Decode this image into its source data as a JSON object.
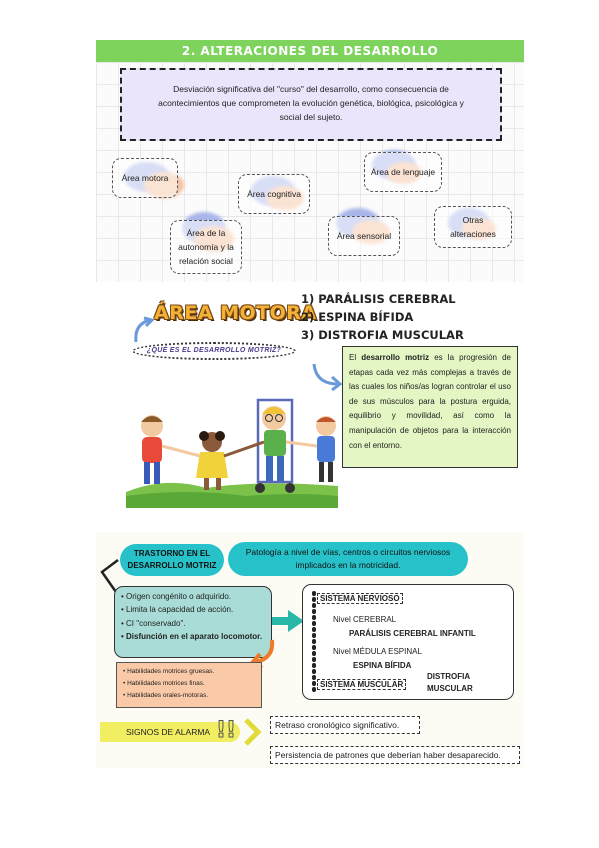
{
  "section1": {
    "title": "2. ALTERACIONES DEL DESARROLLO",
    "definition": "Desviación significativa del \"curso\" del desarrollo, como consecuencia de acontecimientos que comprometen la evolución genética, biológica, psicológica y social del sujeto.",
    "areas": {
      "motora": "Área motora",
      "cognitiva": "Área cognitiva",
      "lenguaje": "Área de lenguaje",
      "autonomia": "Área de la autonomía y la relación social",
      "sensorial": "Área sensorial",
      "otras": "Otras alteraciones"
    },
    "colors": {
      "title_bar": "#7ed35c",
      "definition_bg": "#ebe5fb"
    }
  },
  "section2": {
    "title": "ÁREA MOTORA",
    "items": [
      "1) PARÁLISIS CEREBRAL",
      "2) ESPINA BÍFIDA",
      "3) DISTROFIA MUSCULAR"
    ],
    "question": "¿QUÉ ES EL DESARROLLO MOTRIZ?",
    "definition_prefix": "El ",
    "definition_bold": "desarrollo motriz",
    "definition_rest": " es la progresión de etapas cada vez más complejas a través de las cuales los niños/as logran controlar el uso de sus músculos para la postura erguida, equilibrio y movilidad, así como la manipulación de objetos para la interacción con el entorno.",
    "colors": {
      "title": "#f3b13a",
      "definition_bg": "#e4f6c4"
    }
  },
  "section3": {
    "trastorno": "TRASTORNO EN EL DESARROLLO MOTRIZ",
    "patologia": "Patología a nivel de vías, centros o circuitos nerviosos implicados en la motricidad.",
    "features": [
      "Origen congénito o adquirido.",
      "Limita la capacidad de acción.",
      "CI \"conservado\"."
    ],
    "feature_bold": "Disfunción en el aparato locomotor.",
    "habilidades": [
      "Habilidades motrices gruesas.",
      "Habilidades motrices finas.",
      "Habilidades orales-motoras."
    ],
    "systems": {
      "nervioso": "SISTEMA NERVIOSO",
      "nivel_cerebral": "Nivel CEREBRAL",
      "paralisis": "PARÁLISIS CEREBRAL INFANTIL",
      "nivel_medula": "Nivel MÉDULA ESPINAL",
      "espina": "ESPINA BÍFIDA",
      "muscular": "SISTEMA MUSCULAR",
      "distrofia": "DISTROFIA MUSCULAR"
    },
    "alarma": "SIGNOS DE ALARMA",
    "alarma_items": [
      "Retraso cronológico significativo.",
      "Persistencia de patrones que deberían haber desaparecido."
    ],
    "colors": {
      "teal": "#27c2c9",
      "features_bg": "#a9dcd6",
      "habilidades_bg": "#f9c9a8",
      "alarma_bg": "#f2ee61",
      "arrow_orange": "#f07a2a"
    }
  }
}
